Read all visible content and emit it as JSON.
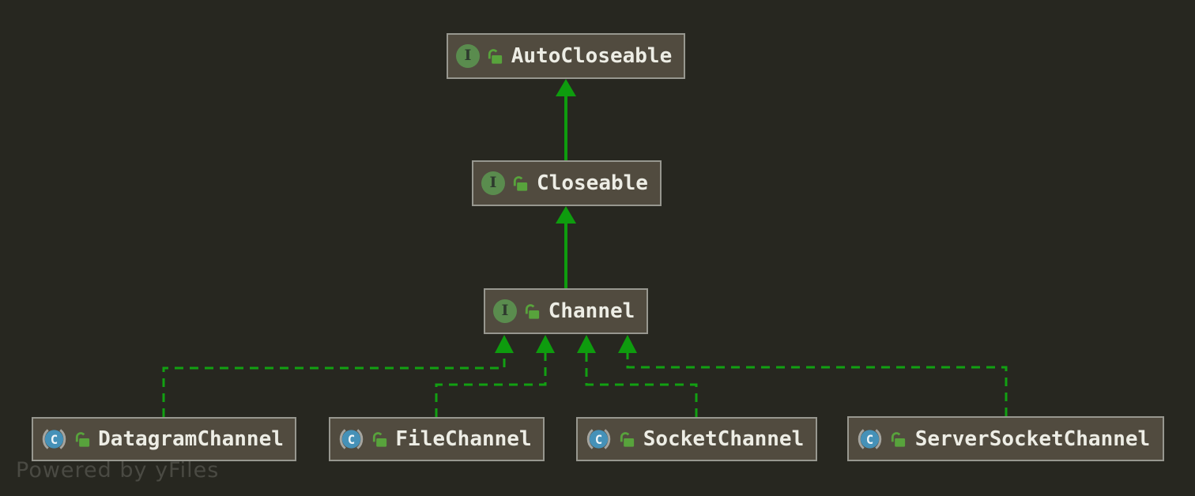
{
  "diagram": {
    "type": "uml-class-hierarchy",
    "watermark": "Powered by yFiles",
    "nodes": [
      {
        "label": "AutoCloseable",
        "kind": "interface",
        "visibility": "public"
      },
      {
        "label": "Closeable",
        "kind": "interface",
        "visibility": "public"
      },
      {
        "label": "Channel",
        "kind": "interface",
        "visibility": "public"
      },
      {
        "label": "DatagramChannel",
        "kind": "class",
        "visibility": "public"
      },
      {
        "label": "FileChannel",
        "kind": "class",
        "visibility": "public"
      },
      {
        "label": "SocketChannel",
        "kind": "class",
        "visibility": "public"
      },
      {
        "label": "ServerSocketChannel",
        "kind": "class",
        "visibility": "public"
      }
    ],
    "edges": [
      {
        "from": "Closeable",
        "to": "AutoCloseable",
        "relation": "extends",
        "line": "solid"
      },
      {
        "from": "Channel",
        "to": "Closeable",
        "relation": "extends",
        "line": "solid"
      },
      {
        "from": "DatagramChannel",
        "to": "Channel",
        "relation": "implements",
        "line": "dashed"
      },
      {
        "from": "FileChannel",
        "to": "Channel",
        "relation": "implements",
        "line": "dashed"
      },
      {
        "from": "SocketChannel",
        "to": "Channel",
        "relation": "implements",
        "line": "dashed"
      },
      {
        "from": "ServerSocketChannel",
        "to": "Channel",
        "relation": "implements",
        "line": "dashed"
      }
    ],
    "icons": {
      "interface_letter": "I",
      "class_letter": "C"
    },
    "colors": {
      "background": "#272720",
      "node_fill": "#514B3F",
      "node_border": "#97978F",
      "node_text": "#EDEDE5",
      "edge_solid_green": "#0E9C0E",
      "edge_dashed_green": "#12A012",
      "interface_icon_green": "#5A8C4E",
      "lock_green": "#58A33C",
      "class_icon_blue": "#4591B8",
      "watermark_gray": "#4A4A43"
    }
  }
}
